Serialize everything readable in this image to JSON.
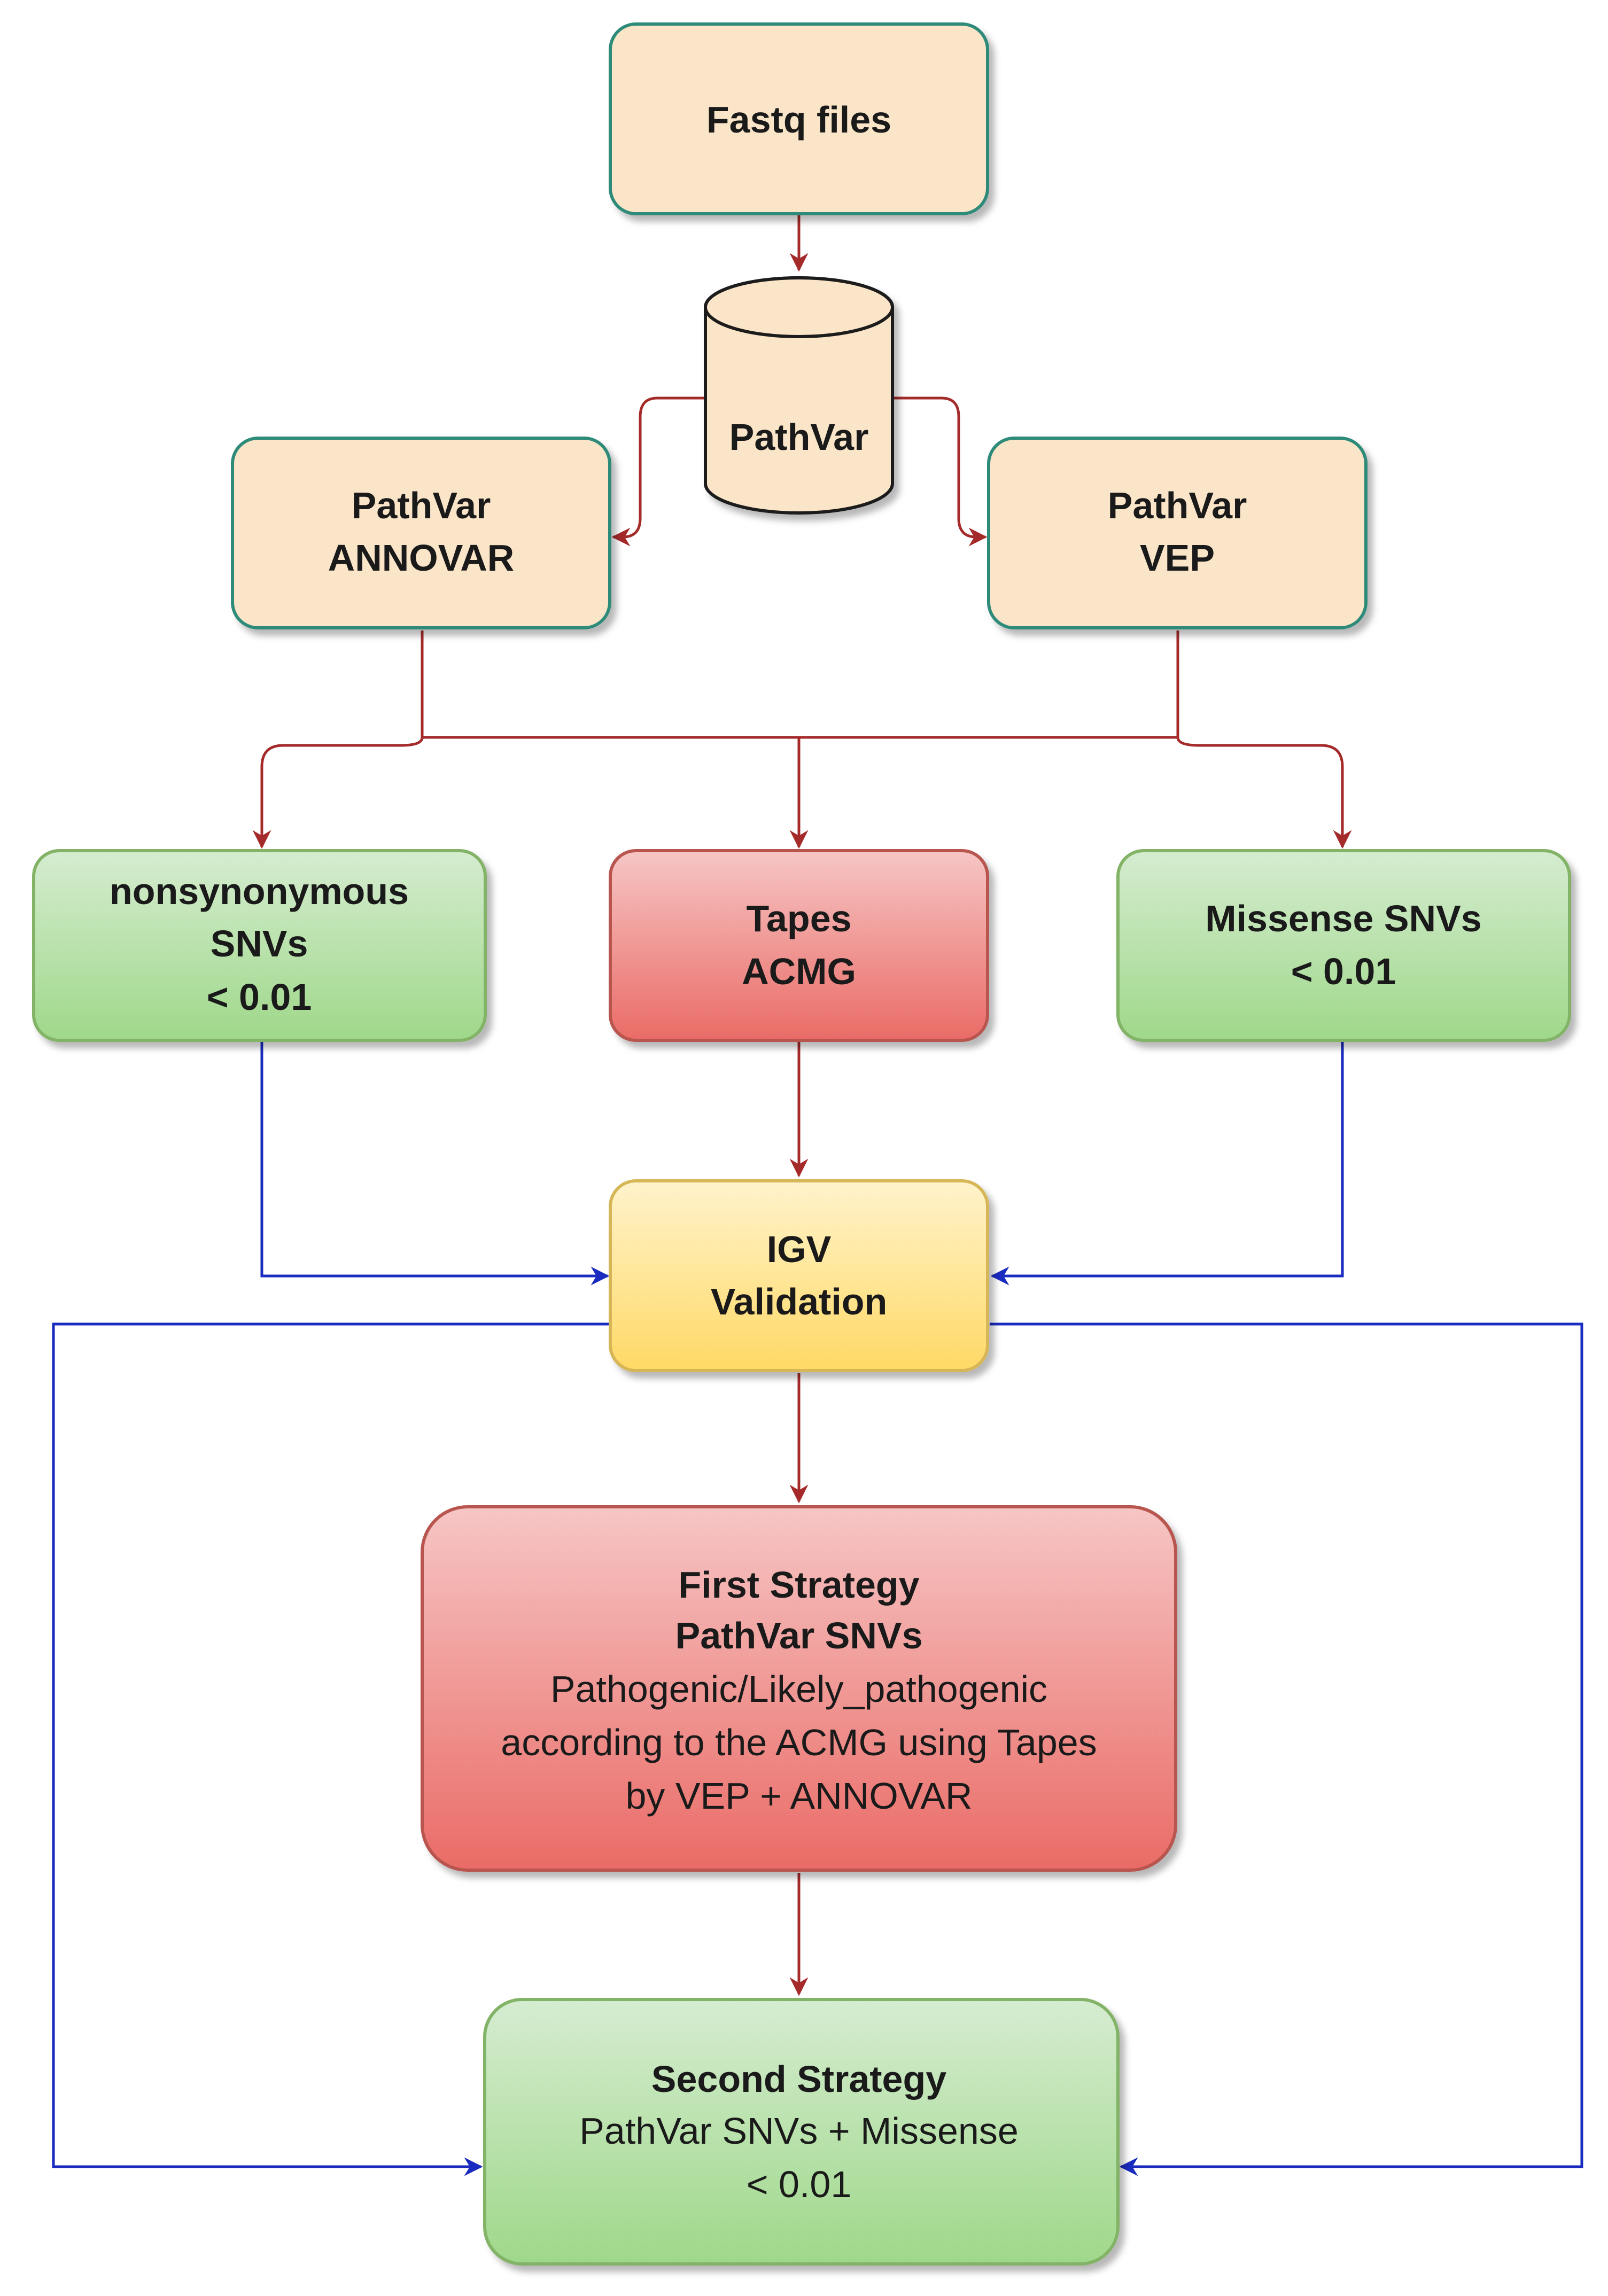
{
  "diagram": {
    "nodes": {
      "fastq": {
        "lines": [
          "Fastq files"
        ]
      },
      "pathvar_db": {
        "lines": [
          "PathVar"
        ]
      },
      "pathvar_annovar": {
        "lines": [
          "PathVar",
          "ANNOVAR"
        ]
      },
      "pathvar_vep": {
        "lines": [
          "PathVar",
          "VEP"
        ]
      },
      "nonsyn": {
        "lines": [
          "nonsynonymous",
          "SNVs",
          "< 0.01"
        ]
      },
      "tapes": {
        "lines": [
          "Tapes",
          "ACMG"
        ]
      },
      "missense": {
        "lines": [
          "Missense SNVs",
          "< 0.01"
        ]
      },
      "igv": {
        "lines": [
          "IGV",
          "Validation"
        ]
      },
      "first_strategy": {
        "title_lines": [
          "First Strategy",
          "PathVar SNVs"
        ],
        "body_lines": [
          "Pathogenic/Likely_pathogenic",
          "according to the ACMG using Tapes",
          "by VEP + ANNOVAR"
        ]
      },
      "second_strategy": {
        "title_lines": [
          "Second Strategy"
        ],
        "body_lines": [
          "PathVar SNVs + Missense",
          "< 0.01"
        ]
      }
    },
    "colors": {
      "peach_fill": "#fbe5c8",
      "teal_border": "#2e8b7a",
      "green_top": "#d5ecd0",
      "green_bottom": "#9fd88a",
      "green_border": "#82b366",
      "red_top": "#f6c6c5",
      "red_bottom": "#ea6b66",
      "red_border": "#b85450",
      "yellow_top": "#fff3cc",
      "yellow_bottom": "#ffd966",
      "yellow_border": "#d6b656",
      "arrow_red": "#a52a2a",
      "arrow_blue": "#1a2bbf"
    }
  }
}
